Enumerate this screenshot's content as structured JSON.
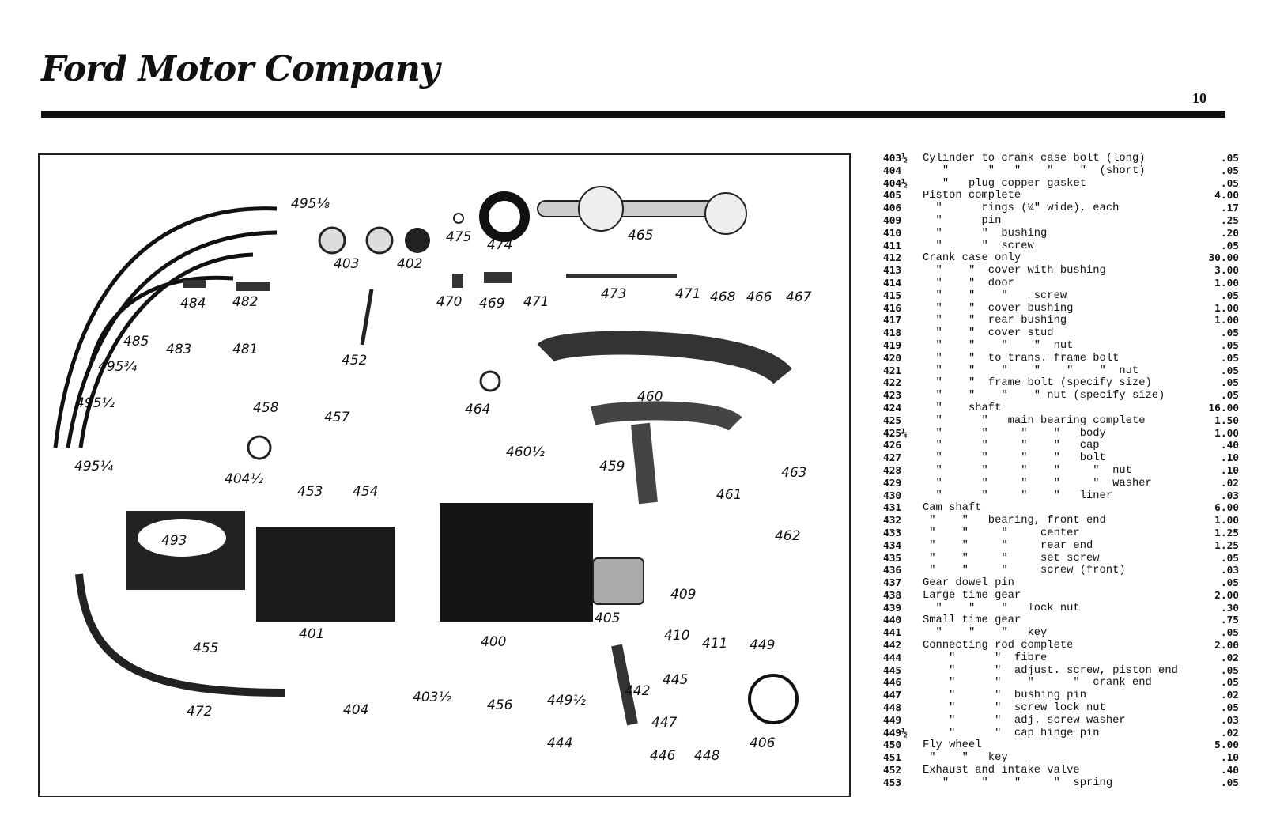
{
  "header": {
    "logo_text": "Ford Motor Company",
    "page_number": "10"
  },
  "figure": {
    "callouts": [
      "495⅛",
      "403",
      "402",
      "475",
      "474",
      "465",
      "484",
      "482",
      "485",
      "483",
      "481",
      "495¾",
      "495½",
      "495¼",
      "470",
      "469",
      "471",
      "473",
      "471",
      "468",
      "466",
      "467",
      "452",
      "458",
      "457",
      "464",
      "460",
      "460½",
      "459",
      "463",
      "461",
      "462",
      "404½",
      "453",
      "454",
      "493",
      "401",
      "400",
      "405",
      "409",
      "410",
      "411",
      "449",
      "455",
      "472",
      "404",
      "403½",
      "456",
      "449½",
      "442",
      "445",
      "447",
      "444",
      "446",
      "448",
      "406"
    ]
  },
  "parts": [
    {
      "no": "403½",
      "desc": "Cylinder to crank case bolt (long)",
      "price": ".05"
    },
    {
      "no": "404",
      "desc": "   \"      \"   \"    \"    \"  (short)",
      "price": ".05"
    },
    {
      "no": "404½",
      "desc": "   \"   plug copper gasket",
      "price": ".05"
    },
    {
      "no": "405",
      "desc": "Piston complete",
      "price": "4.00"
    },
    {
      "no": "406",
      "desc": "  \"      rings (¼\" wide), each",
      "price": ".17"
    },
    {
      "no": "409",
      "desc": "  \"      pin",
      "price": ".25"
    },
    {
      "no": "410",
      "desc": "  \"      \"  bushing",
      "price": ".20"
    },
    {
      "no": "411",
      "desc": "  \"      \"  screw",
      "price": ".05"
    },
    {
      "no": "412",
      "desc": "Crank case only",
      "price": "30.00"
    },
    {
      "no": "413",
      "desc": "  \"    \"  cover with bushing",
      "price": "3.00"
    },
    {
      "no": "414",
      "desc": "  \"    \"  door",
      "price": "1.00"
    },
    {
      "no": "415",
      "desc": "  \"    \"    \"    screw",
      "price": ".05"
    },
    {
      "no": "416",
      "desc": "  \"    \"  cover bushing",
      "price": "1.00"
    },
    {
      "no": "417",
      "desc": "  \"    \"  rear bushing",
      "price": "1.00"
    },
    {
      "no": "418",
      "desc": "  \"    \"  cover stud",
      "price": ".05"
    },
    {
      "no": "419",
      "desc": "  \"    \"    \"    \"  nut",
      "price": ".05"
    },
    {
      "no": "420",
      "desc": "  \"    \"  to trans. frame bolt",
      "price": ".05"
    },
    {
      "no": "421",
      "desc": "  \"    \"    \"    \"    \"    \"  nut",
      "price": ".05"
    },
    {
      "no": "422",
      "desc": "  \"    \"  frame bolt (specify size)",
      "price": ".05"
    },
    {
      "no": "423",
      "desc": "  \"    \"    \"    \" nut (specify size)",
      "price": ".05"
    },
    {
      "no": "424",
      "desc": "  \"    shaft",
      "price": "16.00"
    },
    {
      "no": "425",
      "desc": "  \"      \"   main bearing complete",
      "price": "1.50"
    },
    {
      "no": "425¼",
      "desc": "  \"      \"     \"    \"   body",
      "price": "1.00"
    },
    {
      "no": "426",
      "desc": "  \"      \"     \"    \"   cap",
      "price": ".40"
    },
    {
      "no": "427",
      "desc": "  \"      \"     \"    \"   bolt",
      "price": ".10"
    },
    {
      "no": "428",
      "desc": "  \"      \"     \"    \"     \"  nut",
      "price": ".10"
    },
    {
      "no": "429",
      "desc": "  \"      \"     \"    \"     \"  washer",
      "price": ".02"
    },
    {
      "no": "430",
      "desc": "  \"      \"     \"    \"   liner",
      "price": ".03"
    },
    {
      "no": "431",
      "desc": "Cam shaft",
      "price": "6.00"
    },
    {
      "no": "432",
      "desc": " \"    \"   bearing, front end",
      "price": "1.00"
    },
    {
      "no": "433",
      "desc": " \"    \"     \"     center",
      "price": "1.25"
    },
    {
      "no": "434",
      "desc": " \"    \"     \"     rear end",
      "price": "1.25"
    },
    {
      "no": "435",
      "desc": " \"    \"     \"     set screw",
      "price": ".05"
    },
    {
      "no": "436",
      "desc": " \"    \"     \"     screw (front)",
      "price": ".03"
    },
    {
      "no": "437",
      "desc": "Gear dowel pin",
      "price": ".05"
    },
    {
      "no": "438",
      "desc": "Large time gear",
      "price": "2.00"
    },
    {
      "no": "439",
      "desc": "  \"    \"    \"   lock nut",
      "price": ".30"
    },
    {
      "no": "440",
      "desc": "Small time gear",
      "price": ".75"
    },
    {
      "no": "441",
      "desc": "  \"    \"    \"   key",
      "price": ".05"
    },
    {
      "no": "442",
      "desc": "Connecting rod complete",
      "price": "2.00"
    },
    {
      "no": "444",
      "desc": "    \"      \"  fibre",
      "price": ".02"
    },
    {
      "no": "445",
      "desc": "    \"      \"  adjust. screw, piston end",
      "price": ".05"
    },
    {
      "no": "446",
      "desc": "    \"      \"    \"      \"  crank end",
      "price": ".05"
    },
    {
      "no": "447",
      "desc": "    \"      \"  bushing pin",
      "price": ".02"
    },
    {
      "no": "448",
      "desc": "    \"      \"  screw lock nut",
      "price": ".05"
    },
    {
      "no": "449",
      "desc": "    \"      \"  adj. screw washer",
      "price": ".03"
    },
    {
      "no": "449½",
      "desc": "    \"      \"  cap hinge pin",
      "price": ".02"
    },
    {
      "no": "450",
      "desc": "Fly wheel",
      "price": "5.00"
    },
    {
      "no": "451",
      "desc": " \"    \"   key",
      "price": ".10"
    },
    {
      "no": "452",
      "desc": "Exhaust and intake valve",
      "price": ".40"
    },
    {
      "no": "453",
      "desc": "   \"     \"    \"     \"  spring",
      "price": ".05"
    }
  ]
}
